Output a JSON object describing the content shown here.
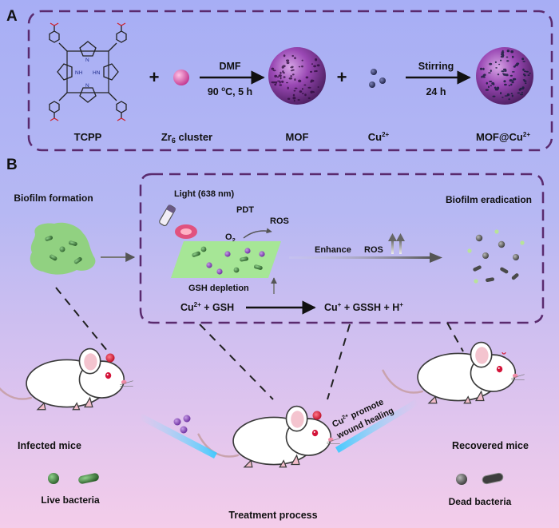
{
  "panels": {
    "a_label": "A",
    "b_label": "B"
  },
  "synthesis": {
    "tcpp": "TCPP",
    "cluster_main": "Zr",
    "cluster_sub": "6",
    "cluster_tail": " cluster",
    "mof": "MOF",
    "cu_base": "Cu",
    "cu_sup": "2+",
    "product_base": "MOF@Cu",
    "product_sup": "2+",
    "step1_top": "DMF",
    "step1_bottom_a": "90 ",
    "step1_bottom_sup": "o",
    "step1_bottom_b": "C, 5 h",
    "step2_top": "Stirring",
    "step2_bottom": "24 h",
    "plus": "+"
  },
  "mechanism": {
    "biofilm_formation": "Biofilm formation",
    "light": "Light (638 nm)",
    "pdt": "PDT",
    "ros": "ROS",
    "o2_main": "O",
    "o2_sub": "2",
    "gsh_depletion": "GSH depletion",
    "enhance": "Enhance",
    "enhance_ros": "ROS",
    "biofilm_eradication": "Biofilm eradication",
    "eq_left_a": "Cu",
    "eq_left_sup": "2+",
    "eq_left_b": " + GSH",
    "eq_right_a": "Cu",
    "eq_right_sup1": "+",
    "eq_right_b": " + GSSH + H",
    "eq_right_sup2": "+"
  },
  "treatment": {
    "infected": "Infected mice",
    "process": "Treatment process",
    "recovered": "Recovered mice",
    "live": "Live bacteria",
    "dead": "Dead bacteria",
    "promote_a": "Cu",
    "promote_sup": "2+",
    "promote_b": " promote",
    "promote_line2": "wound healing"
  },
  "colors": {
    "dash_border": "#5a2a6e",
    "mof_purple": "#8e3fa6",
    "cluster_pink": "#d45aa8",
    "cu_navy": "#2c2f5e",
    "biofilm_green": "#8ed27a",
    "bacteria_green": "#3e7d3a",
    "wound_red": "#d8203a"
  }
}
